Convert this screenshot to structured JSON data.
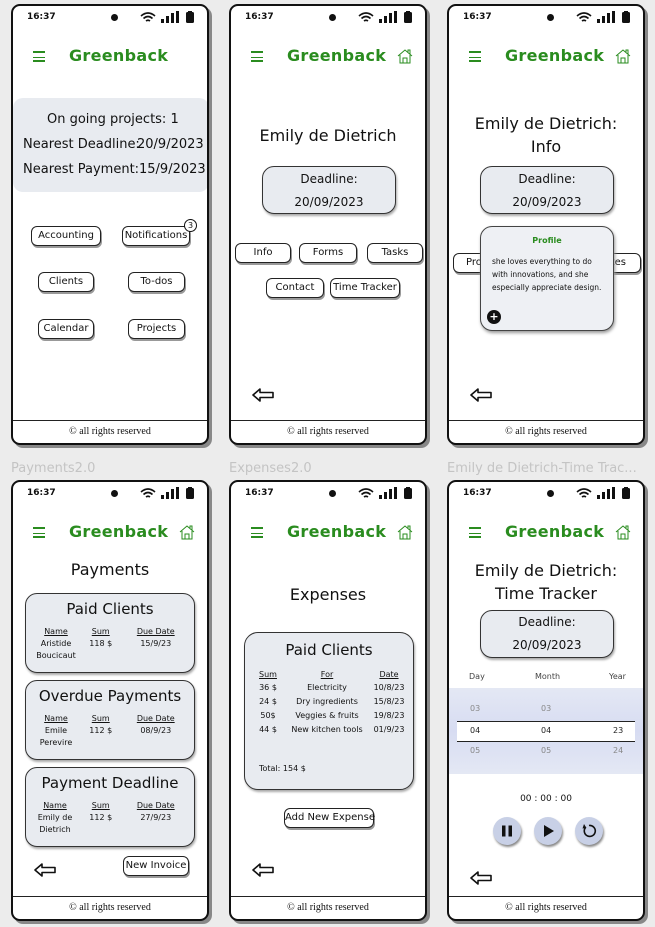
{
  "status": {
    "time": "16:37"
  },
  "brand": "Greenback",
  "footer": "© all rights reserved",
  "captions": [
    "Payments2.0",
    "Expenses2.0",
    "Emily de Dietrich-Time Trac..."
  ],
  "home": {
    "ongoing": "On going projects: 1",
    "deadline_label": "Nearest Deadline:",
    "deadline_value": "20/9/2023",
    "payment_label": "Nearest Payment:",
    "payment_value": "15/9/2023",
    "buttons": [
      "Accounting",
      "Notifications",
      "Clients",
      "To-dos",
      "Calendar",
      "Projects"
    ],
    "notif_count": "3"
  },
  "client": {
    "name": "Emily de Dietrich",
    "deadline_label": "Deadline:",
    "deadline_value": "20/09/2023",
    "tabs": [
      "Info",
      "Forms",
      "Tasks",
      "Contact",
      "Time Tracker"
    ]
  },
  "info": {
    "title_line1": "Emily de Dietrich:",
    "title_line2": "Info",
    "deadline_label": "Deadline:",
    "deadline_value": "20/09/2023",
    "behind_left": "Pro",
    "behind_right": "tes",
    "popup_title": "Profile",
    "popup_text": "she loves everything to do with innovations, and she especially appreciate design.",
    "plus": "+"
  },
  "payments": {
    "title": "Payments",
    "cards": [
      {
        "title": "Paid Clients",
        "name_h": "Name",
        "sum_h": "Sum",
        "due_h": "Due Date",
        "name": "Aristide Boucicaut",
        "sum": "118 $",
        "due": "15/9/23"
      },
      {
        "title": "Overdue Payments",
        "name_h": "Name",
        "sum_h": "Sum",
        "due_h": "Due Date",
        "name": "Emile Perevire",
        "sum": "112 $",
        "due": "08/9/23"
      },
      {
        "title": "Payment Deadline",
        "name_h": "Name",
        "sum_h": "Sum",
        "due_h": "Due Date",
        "name": "Emily de Dietrich",
        "sum": "112 $",
        "due": "27/9/23"
      }
    ],
    "new_invoice": "New Invoice"
  },
  "expenses": {
    "title": "Expenses",
    "card_title": "Paid Clients",
    "headers": [
      "Sum",
      "For",
      "Date"
    ],
    "rows": [
      [
        "36 $",
        "Electricity",
        "10/8/23"
      ],
      [
        "24 $",
        "Dry ingredients",
        "15/8/23"
      ],
      [
        "50$",
        "Veggies & fruits",
        "19/8/23"
      ],
      [
        "44 $",
        "New kitchen tools",
        "01/9/23"
      ]
    ],
    "total": "Total: 154 $",
    "add_button": "Add New Expense"
  },
  "tracker": {
    "title_line1": "Emily de Dietrich:",
    "title_line2": "Time Tracker",
    "deadline_label": "Deadline:",
    "deadline_value": "20/09/2023",
    "picker_headers": [
      "Day",
      "Month",
      "Year"
    ],
    "rows": [
      [
        "03",
        "03",
        ""
      ],
      [
        "04",
        "04",
        "23"
      ],
      [
        "05",
        "05",
        "24"
      ]
    ],
    "timer": "00 : 00 : 00"
  }
}
